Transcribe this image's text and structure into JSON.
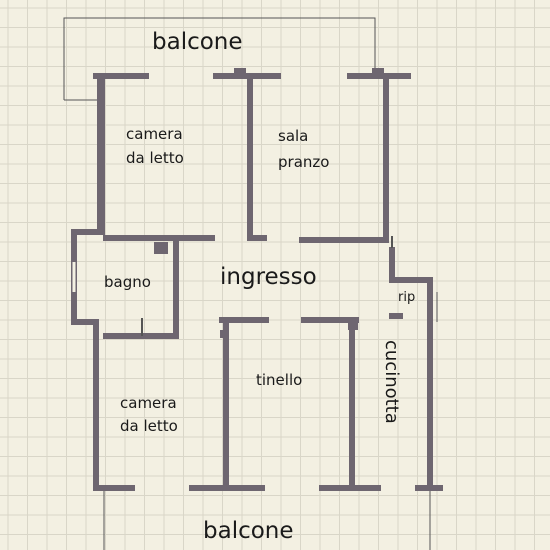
{
  "rooms": {
    "balcony_top": "balcone",
    "bedroom_top": [
      "camera",
      "da letto"
    ],
    "dining_room": [
      "sala",
      "pranzo"
    ],
    "bathroom": "bagno",
    "entrance": "ingresso",
    "storage": "rip",
    "bedroom_bottom": [
      "camera",
      "da letto"
    ],
    "small_dining": "tinello",
    "kitchenette": "cucinotta",
    "balcony_bottom": "balcone"
  },
  "colors": {
    "paper": "#f3f0e2",
    "grid": "#d9d6c8",
    "wall": "#6e6670",
    "text": "#1a1a1a"
  }
}
